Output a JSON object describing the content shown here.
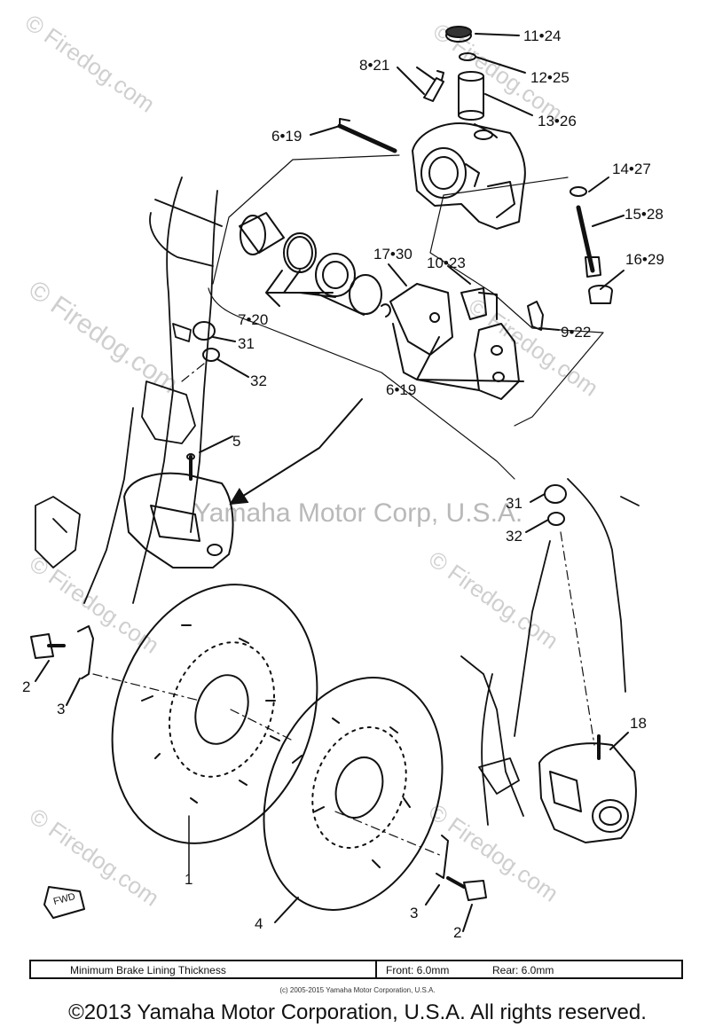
{
  "watermark": "© Firedog.com",
  "center_watermark": "Yamaha Motor Corp, U.S.A.",
  "callouts": {
    "c11_24": "11•24",
    "c12_25": "12•25",
    "c13_26": "13•26",
    "c8_21": "8•21",
    "c6_19a": "6•19",
    "c14_27": "14•27",
    "c15_28": "15•28",
    "c16_29": "16•29",
    "c17_30": "17•30",
    "c10_23": "10•23",
    "c9_22": "9•22",
    "c7_20": "7•20",
    "c6_19b": "6•19",
    "c31a": "31",
    "c32a": "32",
    "c5": "5",
    "c31b": "31",
    "c32b": "32",
    "c2a": "2",
    "c3a": "3",
    "c1": "1",
    "c4": "4",
    "c3b": "3",
    "c2b": "2",
    "c18": "18",
    "fwd": "FWD"
  },
  "spec": {
    "label": "Minimum Brake Lining Thickness",
    "front": "Front: 6.0mm",
    "rear": "Rear: 6.0mm"
  },
  "credit": "(c) 2005-2015 Yamaha Motor Corporation, U.S.A.",
  "footer": "©2013 Yamaha Motor Corporation, U.S.A. All rights reserved."
}
